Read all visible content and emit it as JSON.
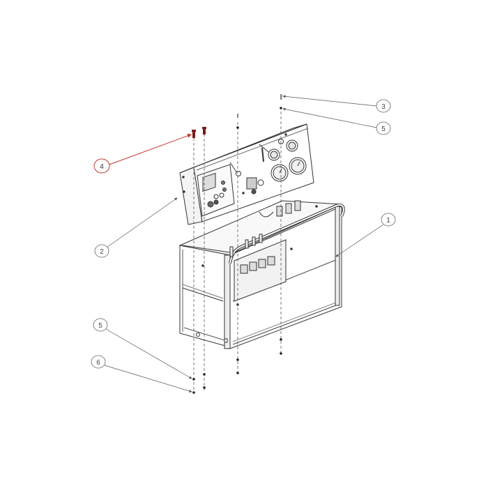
{
  "diagram": {
    "type": "exploded-parts-view",
    "subject": "Test bench assembly: control panel console mounted on frame cabinet",
    "highlight_color": "#c0392b",
    "line_color": "#333333",
    "callouts": [
      {
        "id": "c1",
        "label": "1",
        "part": "frame-cabinet",
        "highlighted": false
      },
      {
        "id": "c2",
        "label": "2",
        "part": "control-panel-console",
        "highlighted": false
      },
      {
        "id": "c3",
        "label": "3",
        "part": "top-bolt",
        "highlighted": false
      },
      {
        "id": "c4",
        "label": "4",
        "part": "console-bolt",
        "highlighted": true
      },
      {
        "id": "c5a",
        "label": "5",
        "part": "top-washer",
        "highlighted": false
      },
      {
        "id": "c5b",
        "label": "5",
        "part": "bottom-washer",
        "highlighted": false
      },
      {
        "id": "c6",
        "label": "6",
        "part": "bottom-bolt",
        "highlighted": false
      }
    ]
  }
}
